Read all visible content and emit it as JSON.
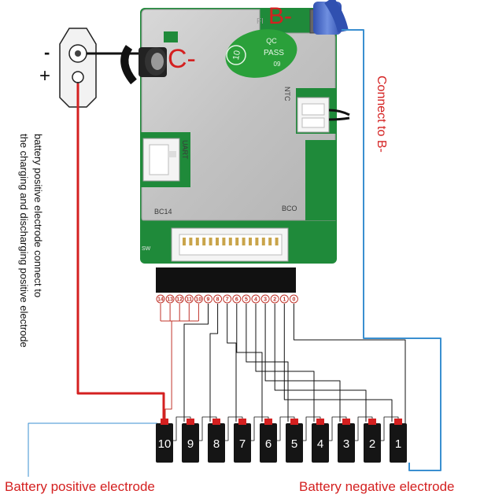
{
  "labels": {
    "b_minus": "B-",
    "c_minus": "C-",
    "connect_to_b": "Connect to B-",
    "positive_note_line1": "battery positive electrode connect to",
    "positive_note_line2": "the charging and discharging positive electrode",
    "battery_positive": "Battery positive electrode",
    "battery_negative": "Battery negative electrode",
    "terminal_minus": "-",
    "terminal_plus": "+"
  },
  "board": {
    "qc_line1": "QC",
    "qc_line2": "PASS",
    "qc_line3": "09",
    "qc_badge": "10",
    "ntc": "NTC",
    "uart": "UART",
    "bc14": "BC14",
    "bco": "BCO",
    "sw": "SW",
    "fi": "FI"
  },
  "pins": [
    "14",
    "13",
    "12",
    "11",
    "10",
    "9",
    "8",
    "7",
    "6",
    "5",
    "4",
    "3",
    "2",
    "1",
    "0"
  ],
  "cells": [
    "10",
    "9",
    "8",
    "7",
    "6",
    "5",
    "4",
    "3",
    "2",
    "1"
  ],
  "colors": {
    "red": "#d42020",
    "blue": "#3a8fd0",
    "black": "#111111",
    "pcb_green": "#1f8a3a",
    "shield": "#c9c9c9",
    "badge_green": "#2aa03a"
  }
}
